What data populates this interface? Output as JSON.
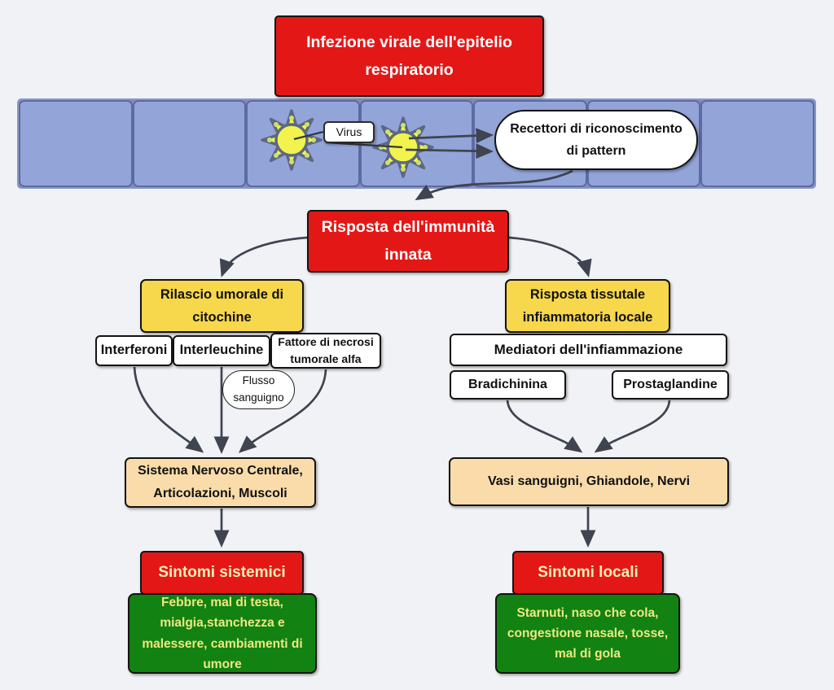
{
  "diagram_title": "Infezione virale dell'epitelio respiratorio",
  "colors": {
    "red": "#e41717",
    "yellow": "#f7d74b",
    "tan": "#fadcaa",
    "green": "#128212",
    "epithelium_cell": "#93a4d9",
    "arrow": "#3e4450",
    "cream_text": "#f7f0b2",
    "khaki_text": "#eee882"
  },
  "nodes": {
    "infection": "Infezione virale dell'epitelio respiratorio",
    "virus_label": "Virus",
    "receptors": "Recettori di riconoscimento di pattern",
    "innate": "Risposta dell'immunità innata",
    "left": {
      "cytokines": "Rilascio umorale di citochine",
      "interferons": "Interferoni",
      "interleukins": "Interleuchine",
      "tnf": "Fattore di necrosi tumorale alfa",
      "bloodflow": "Flusso sanguigno",
      "cns": "Sistema Nervoso Centrale, Articolazioni, Muscoli",
      "systemic": "Sintomi sistemici",
      "systemic_list": "Febbre, mal di testa, mialgia,stanchezza e malessere, cambiamenti di umore"
    },
    "right": {
      "tissue": "Risposta tissutale infiammatoria locale",
      "mediators": "Mediatori dell'infiammazione",
      "bradykinin": "Bradichinina",
      "prostaglandins": "Prostaglandine",
      "targets": "Vasi sanguigni, Ghiandole, Nervi",
      "local": "Sintomi locali",
      "local_list": "Starnuti, naso che cola, congestione nasale, tosse, mal di gola"
    }
  },
  "icons": {
    "virus": "virus-icon"
  }
}
